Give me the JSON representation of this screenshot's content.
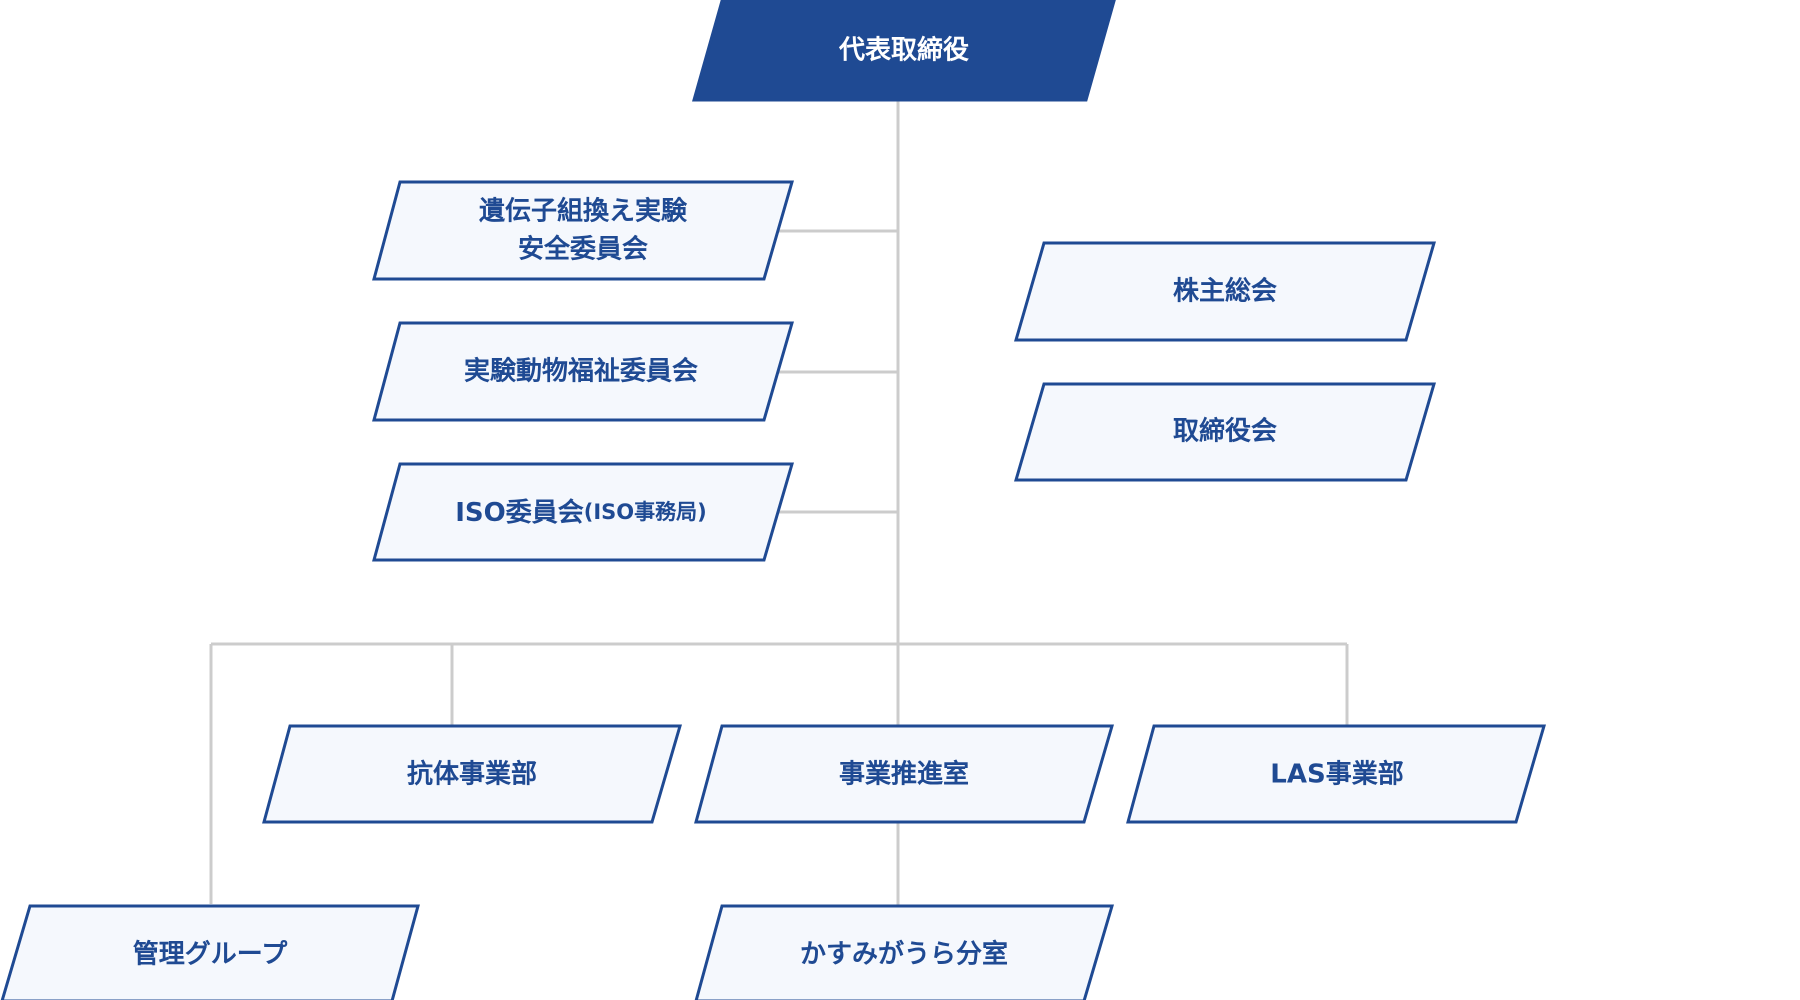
{
  "nodes": {
    "ceo": {
      "label": "代表取締役",
      "fill": "#1f4a93"
    },
    "gene": {
      "lines": [
        "遺伝子組換え実験",
        "安全委員会"
      ]
    },
    "animal": {
      "label": "実験動物福祉委員会"
    },
    "iso": {
      "label": "ISO委員会",
      "suffix": "(ISO事務局)"
    },
    "shareholders": {
      "label": "株主総会"
    },
    "board": {
      "label": "取締役会"
    },
    "antibody": {
      "label": "抗体事業部"
    },
    "business": {
      "label": "事業推進室"
    },
    "las": {
      "label": "LAS事業部"
    },
    "admin": {
      "label": "管理グループ"
    },
    "kasumi": {
      "label": "かすみがうら分室"
    }
  },
  "colors": {
    "accent": "#1f4a93",
    "box_fill": "#f5f8fd",
    "connector": "#cccccc"
  }
}
